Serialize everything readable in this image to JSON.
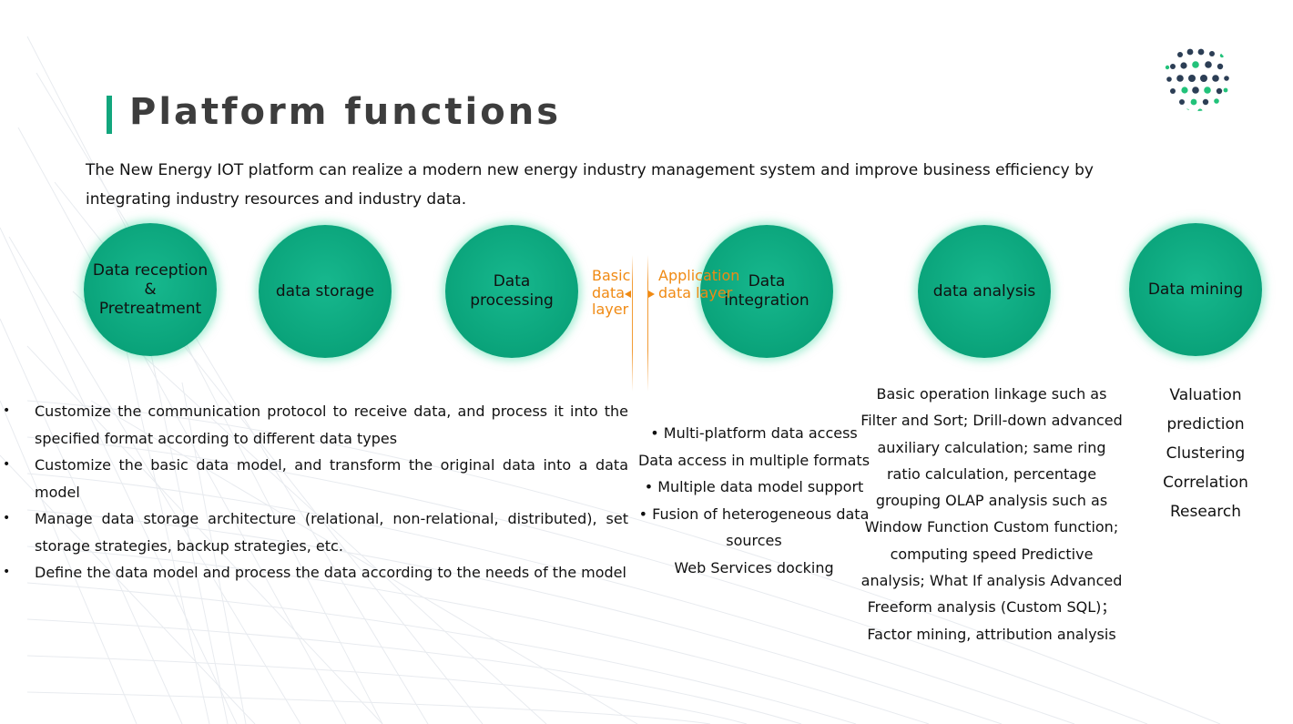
{
  "title": "Platform functions",
  "intro": "The New Energy IOT platform can realize a modern new energy industry management system and improve business efficiency by integrating industry resources and industry data.",
  "circles": [
    {
      "label": "Data reception & Pretreatment"
    },
    {
      "label": "data storage"
    },
    {
      "label": "Data processing"
    },
    {
      "label": "Data integration"
    },
    {
      "label": "data analysis"
    },
    {
      "label": "Data mining"
    }
  ],
  "layers": {
    "basic": "Basic data layer",
    "application": "Application data layer"
  },
  "processing_bullets": [
    "Customize the communication protocol to receive data, and process it into the specified format according to different data types",
    "Customize the basic data model, and transform the original data into a data model",
    "Manage data storage architecture (relational, non-relational, distributed), set storage strategies, backup strategies, etc.",
    "Define the data model and process the data according to the needs of the model"
  ],
  "integration_items": [
    "• Multi-platform data access",
    "Data access in multiple formats",
    "•  Multiple data model support",
    "•  Fusion of heterogeneous data sources",
    "Web Services docking"
  ],
  "analysis_text": "Basic operation linkage such as Filter and Sort; Drill-down advanced auxiliary calculation; same ring ratio calculation, percentage grouping OLAP analysis such as Window Function Custom function; computing speed Predictive analysis; What If analysis Advanced Freeform analysis (Custom SQL)； Factor mining, attribution analysis",
  "mining_items": [
    "Valuation",
    "prediction",
    "Clustering",
    "Correlation",
    "Research"
  ],
  "colors": {
    "accent": "#12a67d",
    "circle": "#0aa37a",
    "layer_label": "#f08a13",
    "logo_green": "#22c27a",
    "logo_navy": "#2c3e55"
  },
  "icons": {
    "logo": "dotted-globe-icon",
    "basic_arrow": "arrow-left-icon",
    "application_arrow": "arrow-right-icon"
  }
}
